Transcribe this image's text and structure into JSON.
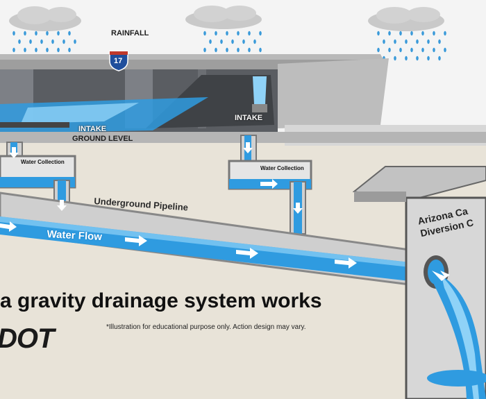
{
  "labels": {
    "rainfall": "RAINFALL",
    "interstate_number": "17",
    "intake_left": "INTAKE",
    "ground_level": "GROUND LEVEL",
    "intake_right": "INTAKE",
    "water_collection_left": "Water Collection",
    "water_collection_right": "Water Collection",
    "underground_pipeline": "Underground Pipeline",
    "water_flow": "Water Flow",
    "canal_line1": "Arizona Ca",
    "canal_line2": "Diversion C"
  },
  "headline": "a gravity drainage system works",
  "logo": "DOT",
  "disclaimer": "*Illustration for educational purpose only. Action design may vary.",
  "colors": {
    "water": "#2f9be0",
    "water_light": "#8fd2f7",
    "concrete": "#cfcfcf",
    "road_dark": "#4a4d52",
    "ground": "#e8e3d8",
    "cloud": "#c9c9c9",
    "rain": "#3a9ad9",
    "shield_blue": "#1f4e9c",
    "shield_red": "#c0392b"
  }
}
